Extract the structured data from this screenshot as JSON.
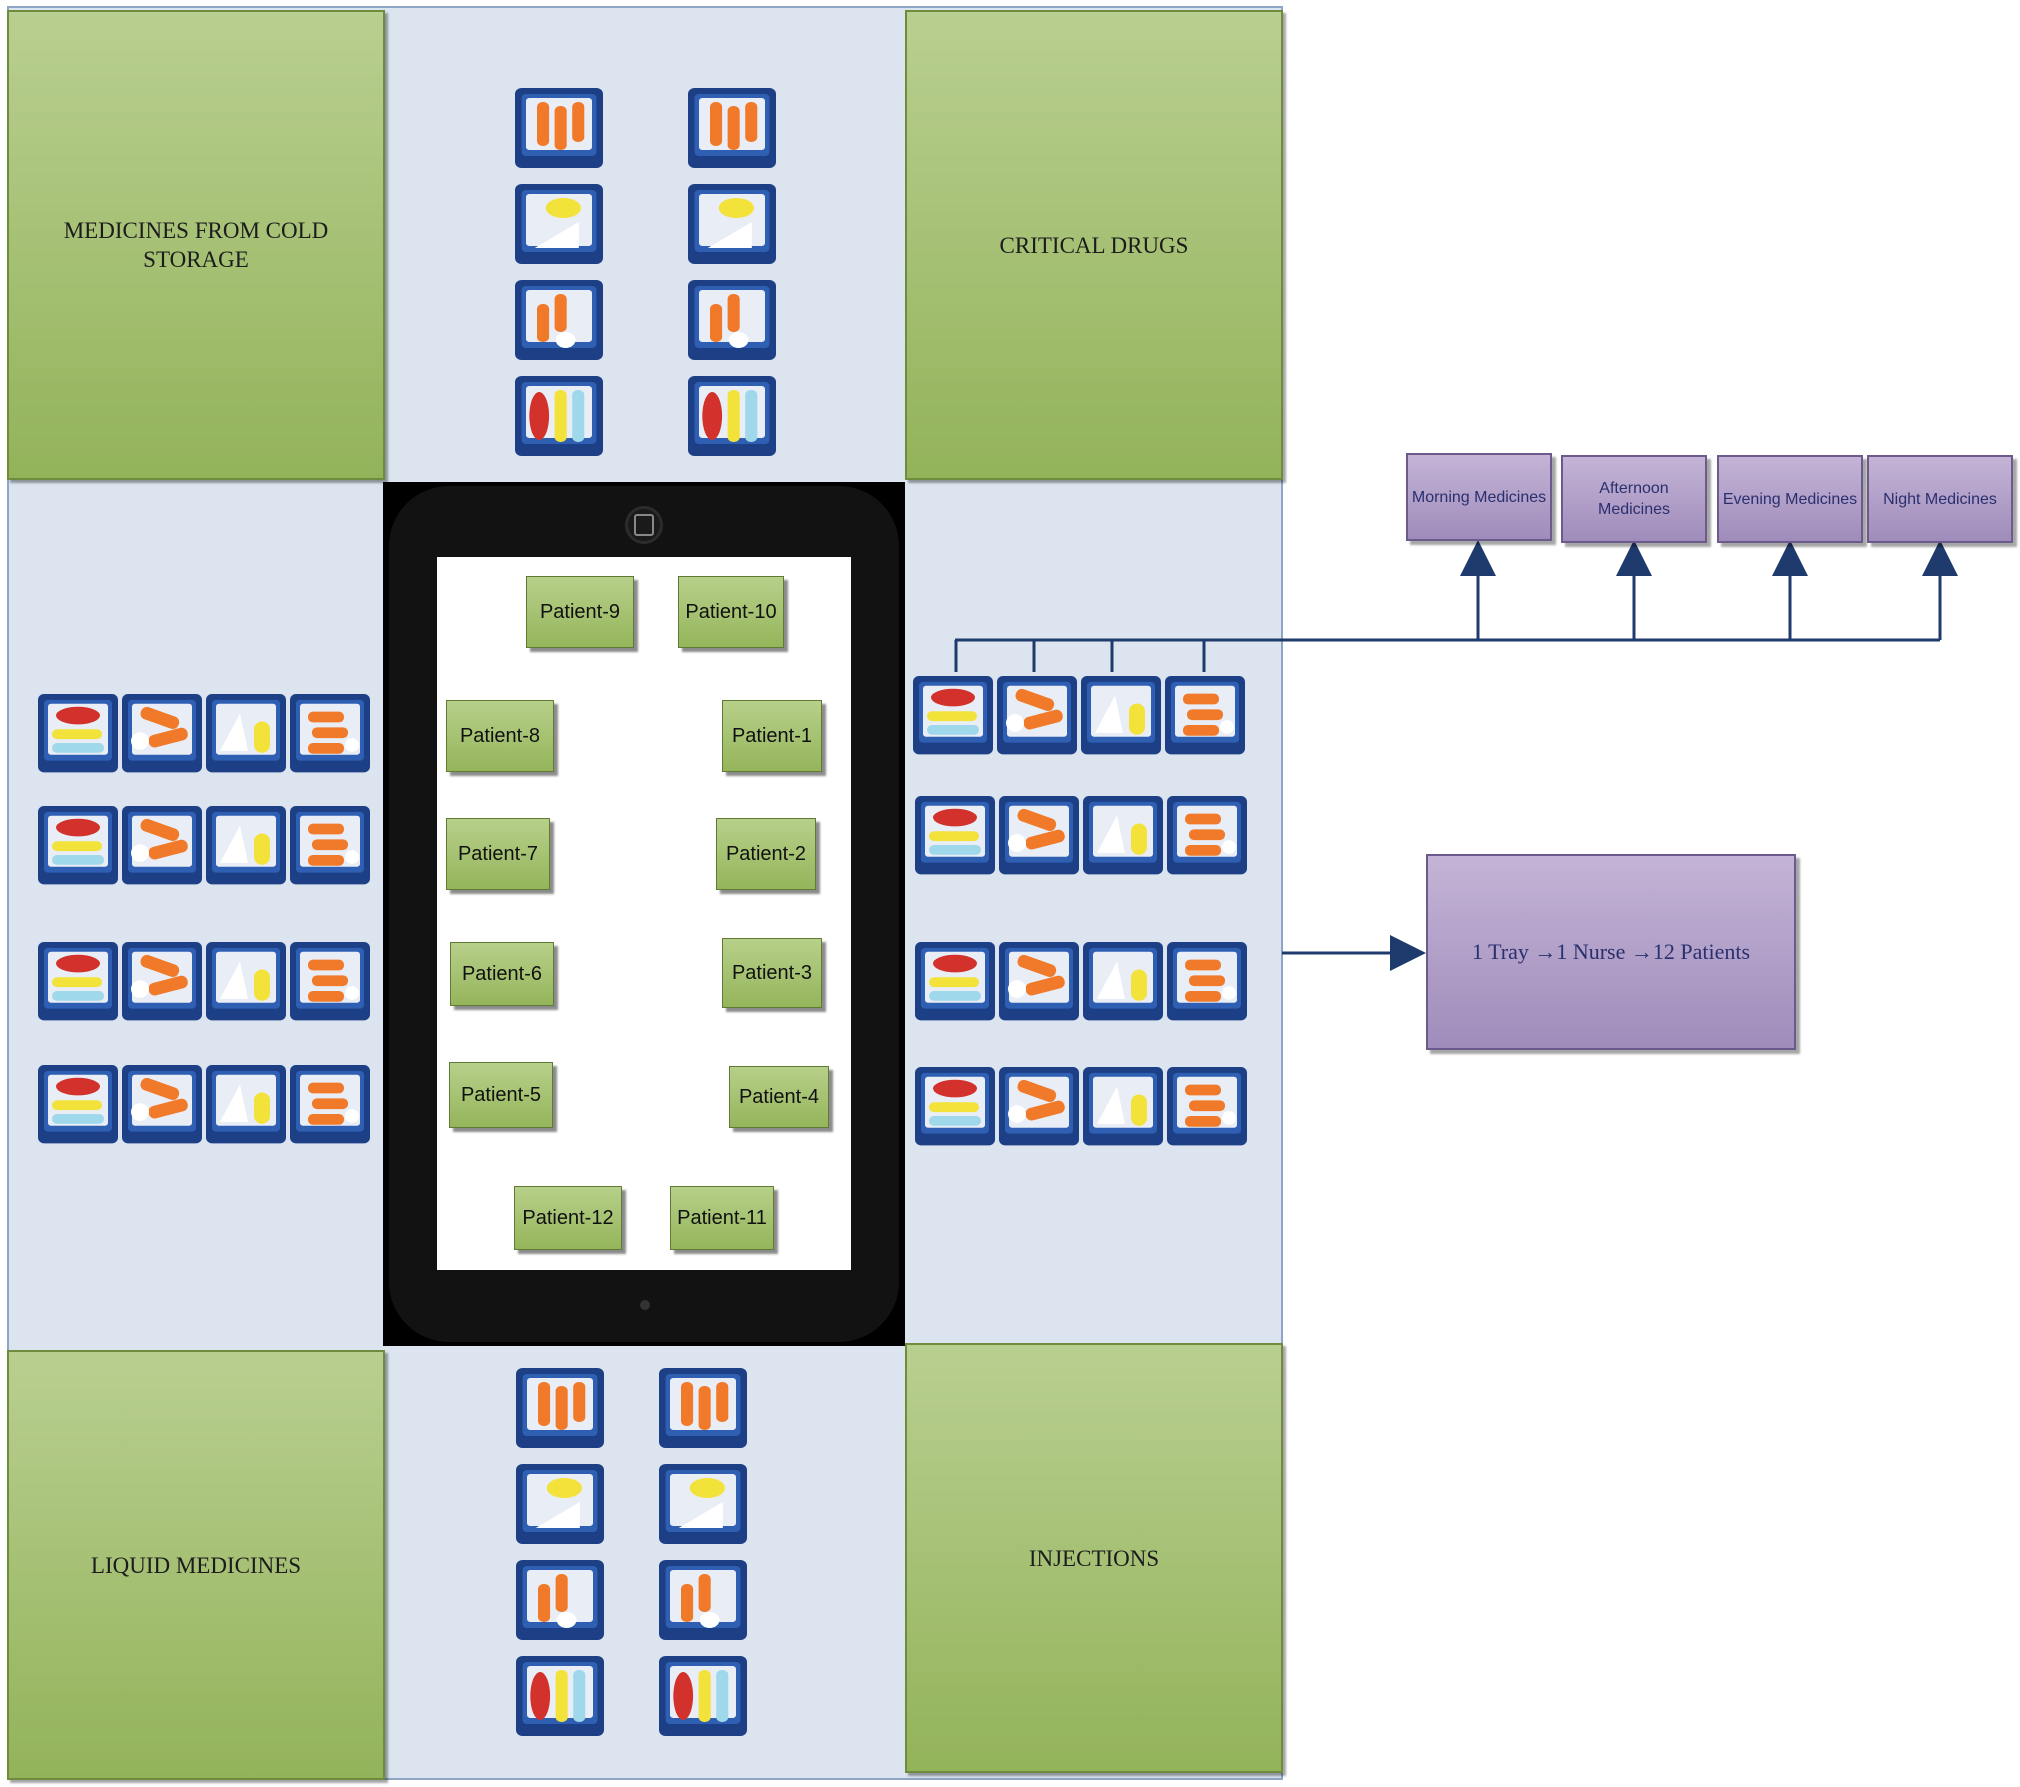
{
  "corners": {
    "top_left": "MEDICINES FROM COLD STORAGE",
    "top_right": "CRITICAL DRUGS",
    "bottom_left": "LIQUID MEDICINES",
    "bottom_right": "INJECTIONS"
  },
  "patients": {
    "p1": "Patient-1",
    "p2": "Patient-2",
    "p3": "Patient-3",
    "p4": "Patient-4",
    "p5": "Patient-5",
    "p6": "Patient-6",
    "p7": "Patient-7",
    "p8": "Patient-8",
    "p9": "Patient-9",
    "p10": "Patient-10",
    "p11": "Patient-11",
    "p12": "Patient-12"
  },
  "schedule": {
    "morning": "Morning Medicines",
    "afternoon": "Afternoon Medicines",
    "evening": "Evening Medicines",
    "night": "Night Medicines"
  },
  "summary": "1 Tray →1 Nurse →12 Patients",
  "icons": [
    "pill-organizer-strip-icon",
    "tablet-home-button-icon",
    "tablet-camera-icon"
  ],
  "colors": {
    "tray_background": "#dbe4ef",
    "corner_green": "#9dbb64",
    "purple_box": "#b3a2cb",
    "connector_blue": "#1f3b6e",
    "tablet_black": "#000000"
  }
}
